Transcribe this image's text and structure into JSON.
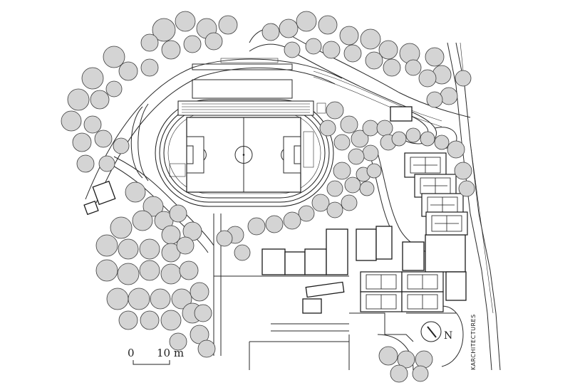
{
  "scale_bar": {
    "label_start": "0",
    "label_end": "10 m"
  },
  "north_arrow": {
    "label": "N",
    "icon": "north-arrow-icon"
  },
  "credit": "KARCHITECTURES",
  "colors": {
    "tree_fill": "#d4d4d4",
    "line": "#2a2a2a",
    "background": "#ffffff"
  }
}
